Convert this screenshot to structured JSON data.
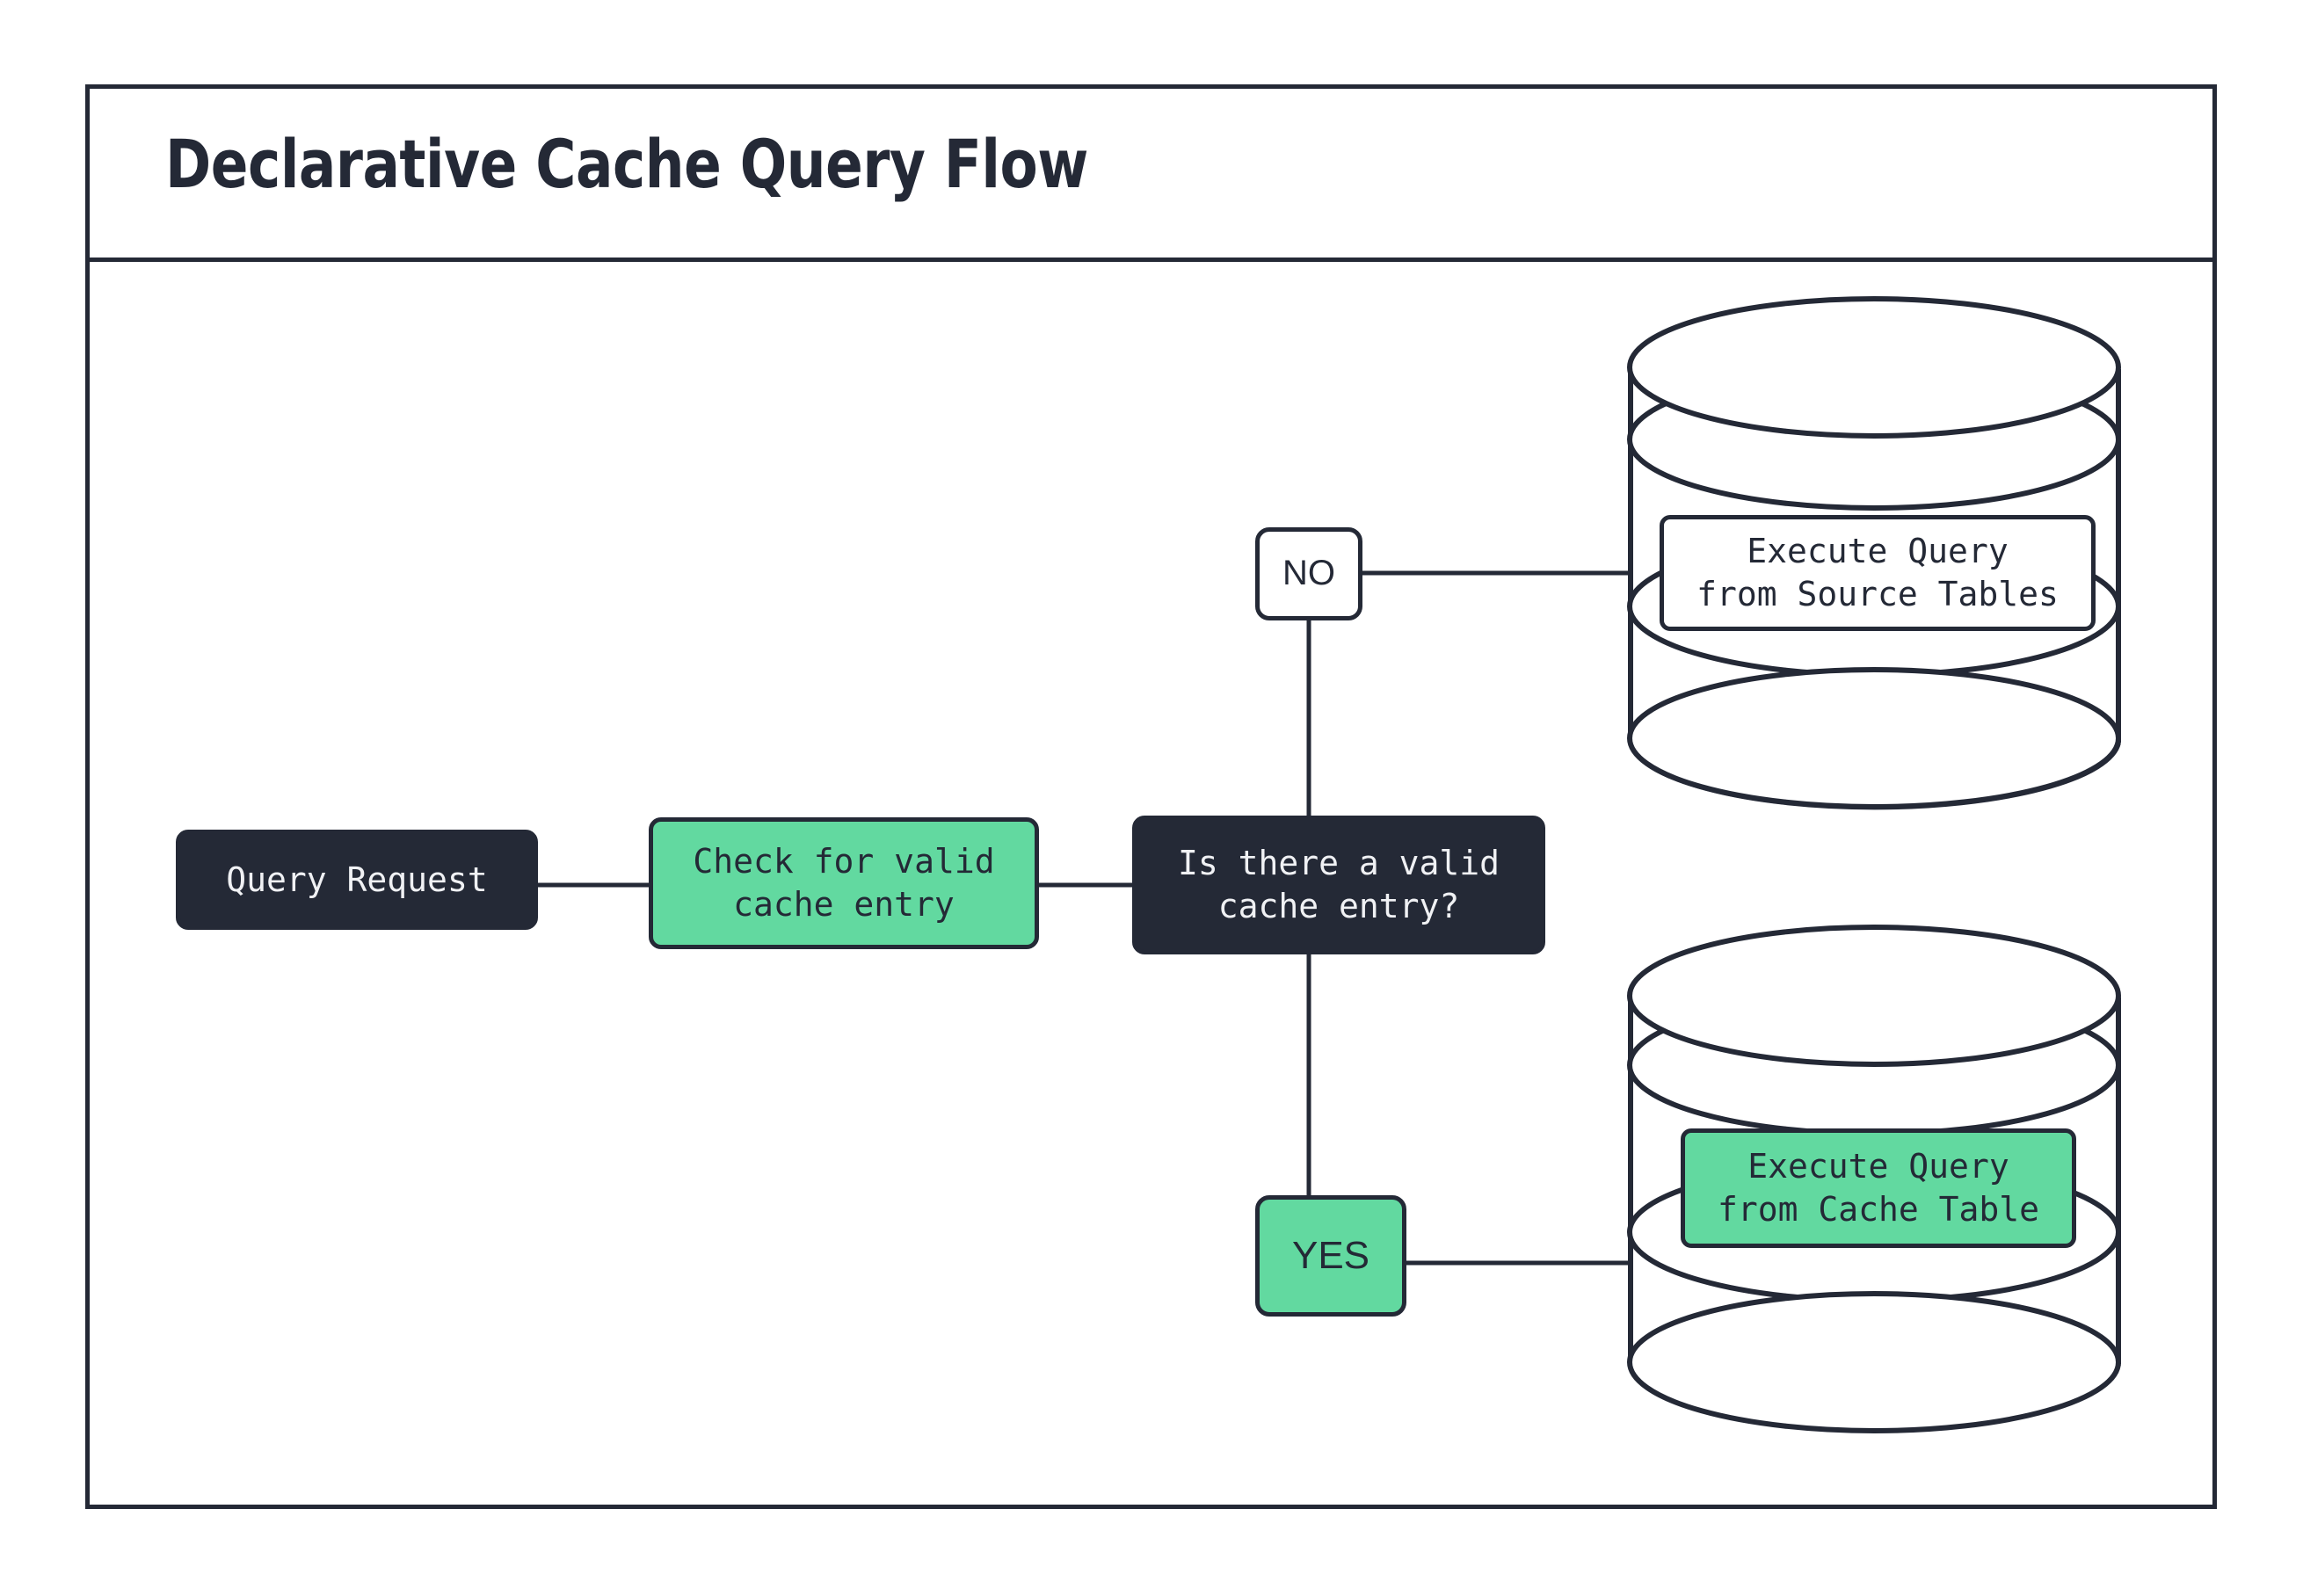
{
  "diagram": {
    "title": "Declarative Cache Query Flow",
    "colors": {
      "dark": "#242936",
      "green": "#62d9a0",
      "white": "#ffffff",
      "text_light": "#f0f1f4"
    },
    "nodes": [
      {
        "id": "query-request",
        "label": "Query Request",
        "style": "dark"
      },
      {
        "id": "check-cache",
        "label": "Check for valid\ncache entry",
        "style": "green"
      },
      {
        "id": "decision",
        "label": "Is there a valid\ncache entry?",
        "style": "dark"
      },
      {
        "id": "exec-source",
        "label": "Execute Query\nfrom Source Tables",
        "style": "white"
      },
      {
        "id": "exec-cache",
        "label": "Execute Query\nfrom Cache Table",
        "style": "green"
      }
    ],
    "branch_labels": [
      {
        "id": "no",
        "label": "NO",
        "style": "white"
      },
      {
        "id": "yes",
        "label": "YES",
        "style": "green"
      }
    ],
    "containers": [
      {
        "id": "source-tables-db",
        "shape": "cylinder",
        "holds": "exec-source"
      },
      {
        "id": "cache-table-db",
        "shape": "cylinder",
        "holds": "exec-cache"
      }
    ],
    "edges": [
      {
        "from": "query-request",
        "to": "check-cache"
      },
      {
        "from": "check-cache",
        "to": "decision"
      },
      {
        "from": "decision",
        "to": "no",
        "direction": "up"
      },
      {
        "from": "no",
        "to": "source-tables-db"
      },
      {
        "from": "decision",
        "to": "yes",
        "direction": "down"
      },
      {
        "from": "yes",
        "to": "cache-table-db"
      }
    ]
  }
}
